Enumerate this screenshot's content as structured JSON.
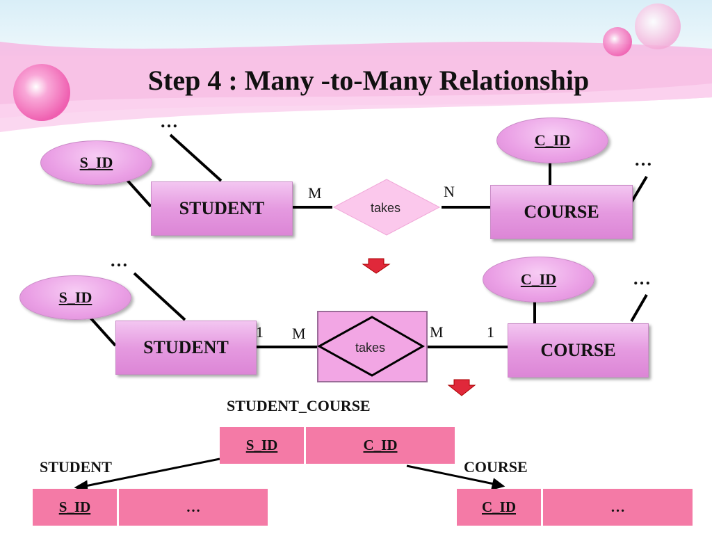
{
  "title": "Step 4 : Many -to-Many Relationship",
  "colors": {
    "entity": "#e59ae0",
    "relationship": "#fbc8ec",
    "table_cell": "#f47aa6",
    "banner": "#f7b7e2"
  },
  "top_diagram": {
    "student": "STUDENT",
    "course": "COURSE",
    "s_id": "S_ID",
    "c_id": "C_ID",
    "relationship": "takes",
    "card_left": "M",
    "card_right": "N",
    "ellipsis_student": "…",
    "ellipsis_course": "…"
  },
  "down_arrow_icon": "down-arrow-icon",
  "middle_diagram": {
    "student": "STUDENT",
    "course": "COURSE",
    "s_id": "S_ID",
    "c_id": "C_ID",
    "relationship": "takes",
    "card_student_side_one": "1",
    "card_student_side_many": "M",
    "card_course_side_many": "M",
    "card_course_side_one": "1",
    "ellipsis_student": "…",
    "ellipsis_course": "…"
  },
  "tables": {
    "associative": {
      "name": "STUDENT_COURSE",
      "columns": [
        "S_ID",
        "C_ID"
      ]
    },
    "student": {
      "name": "STUDENT",
      "columns": [
        "S_ID",
        "…"
      ]
    },
    "course": {
      "name": "COURSE",
      "columns": [
        "C_ID",
        "…"
      ]
    }
  }
}
